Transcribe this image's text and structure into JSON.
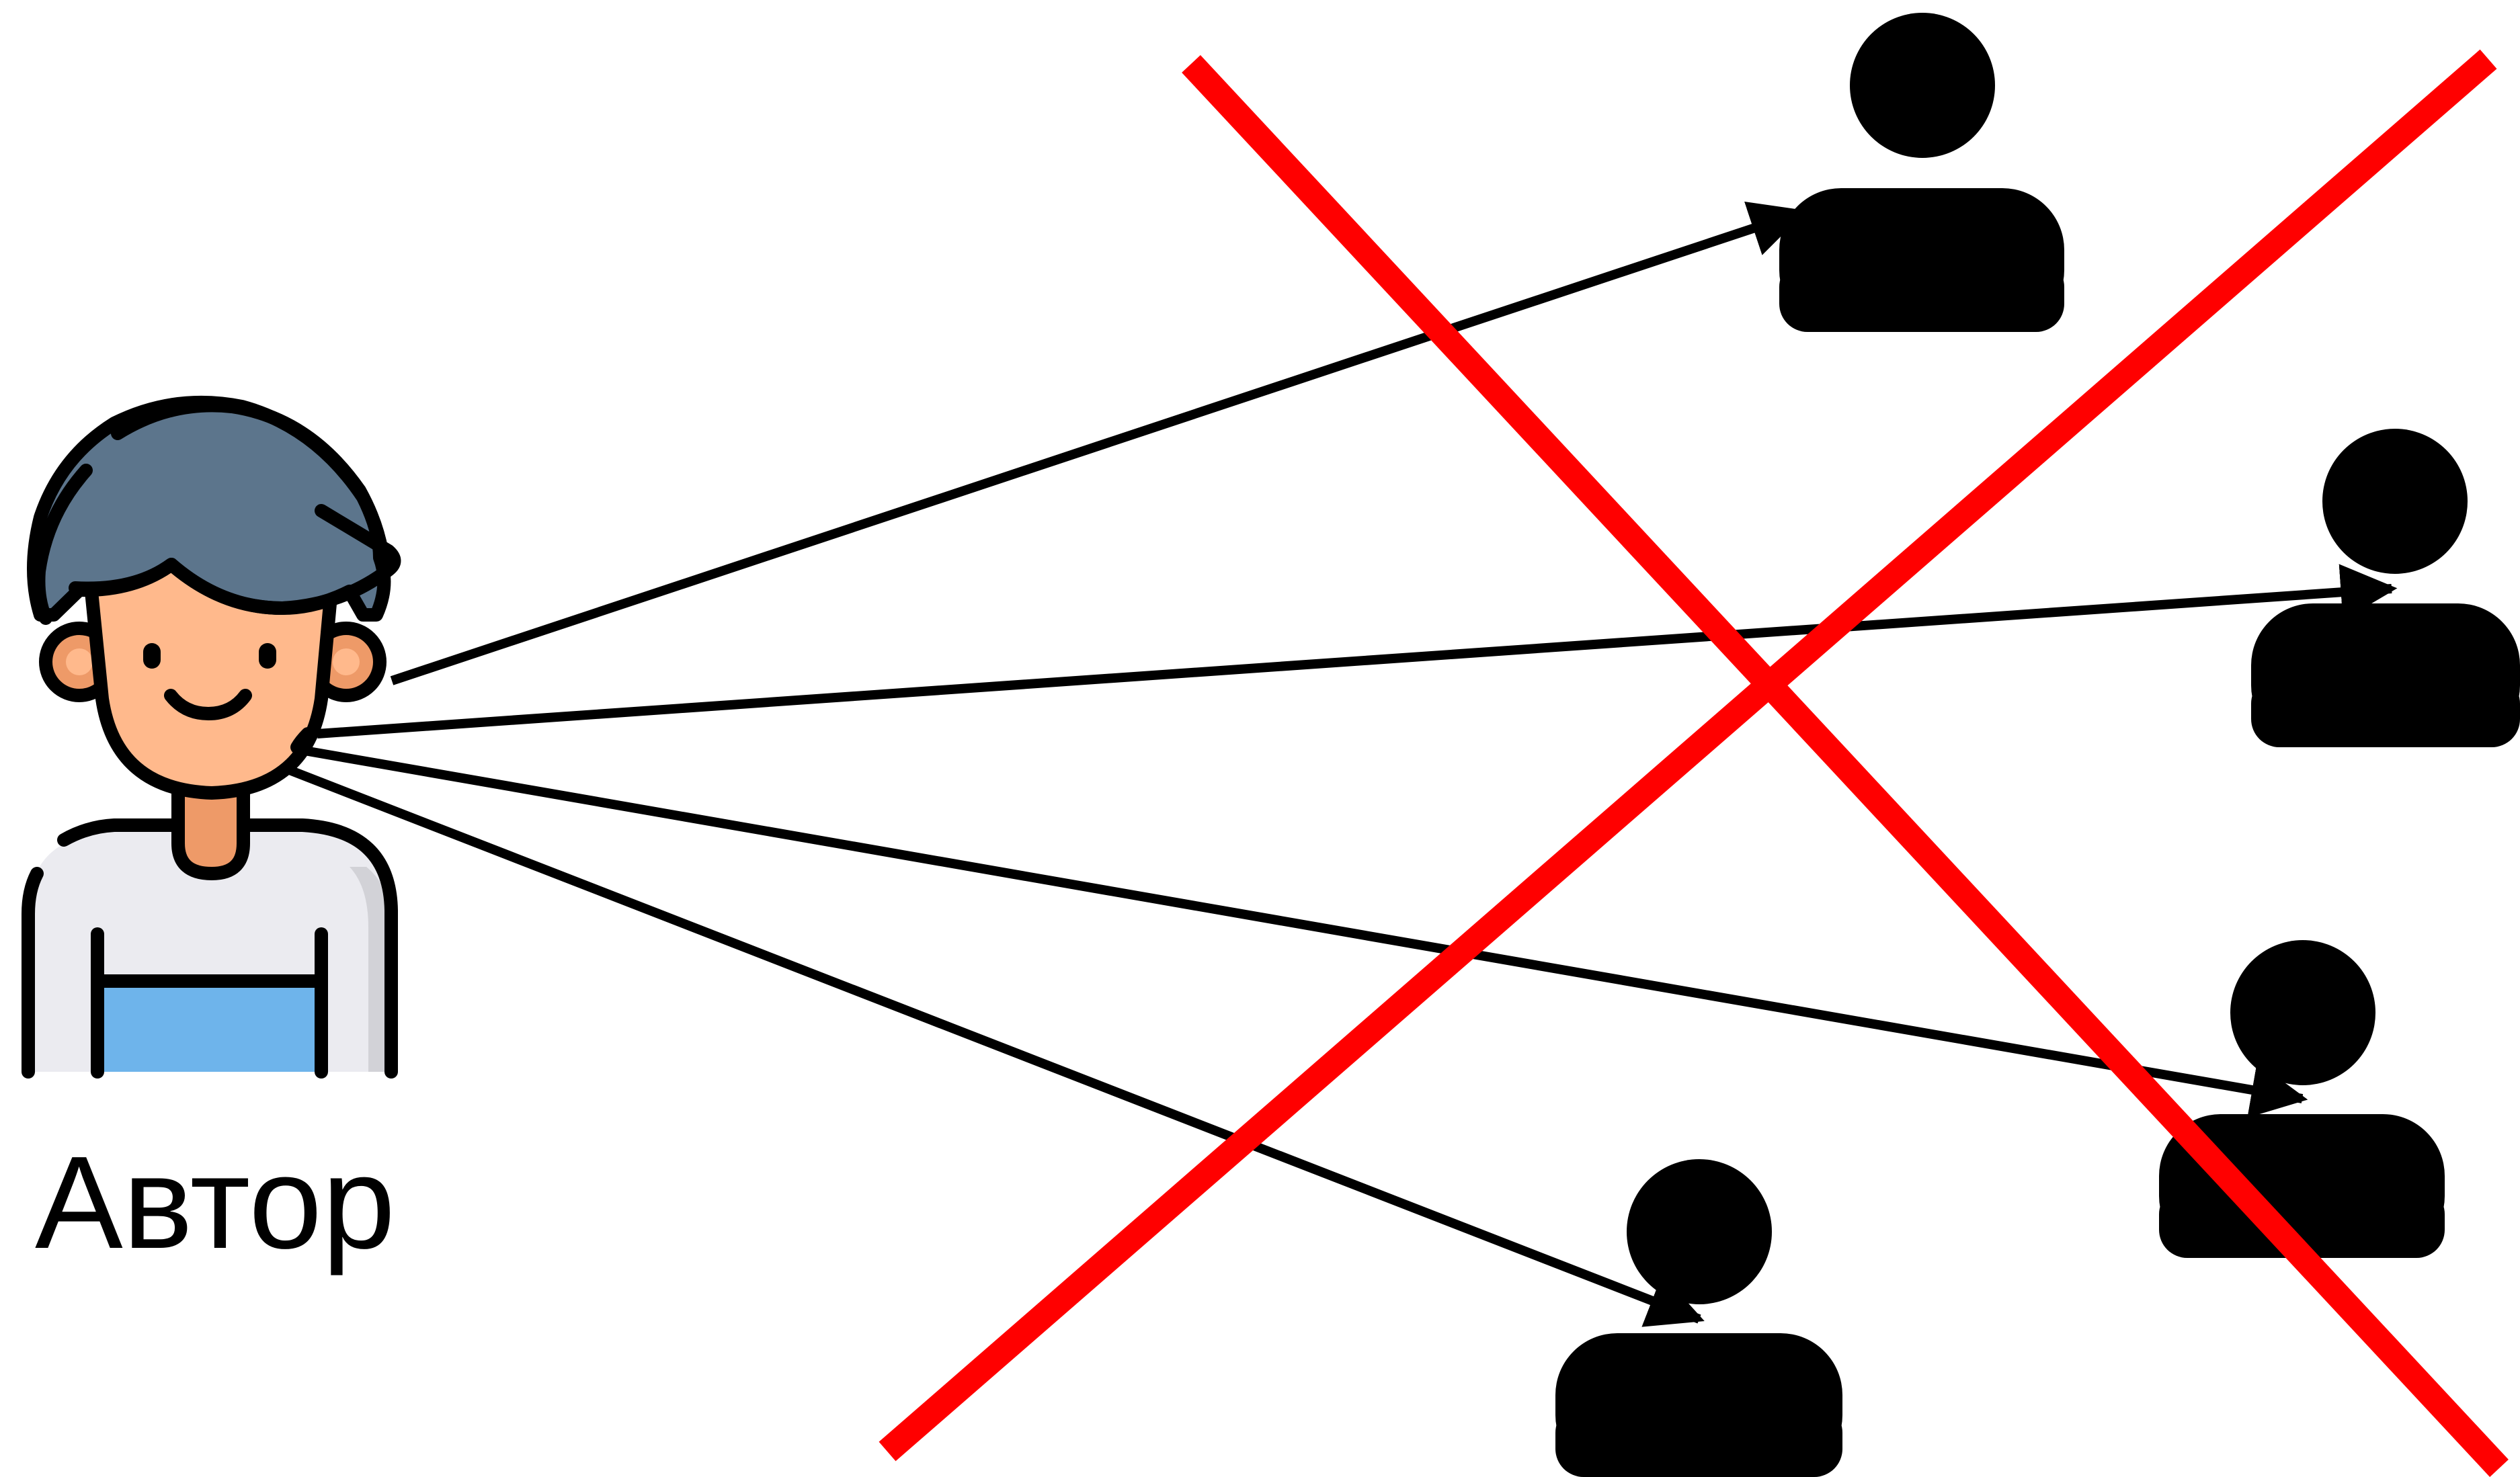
{
  "author": {
    "label": "Автор"
  },
  "recipients": [
    {
      "id": "recipient-1",
      "icon": "person-icon"
    },
    {
      "id": "recipient-2",
      "icon": "person-icon"
    },
    {
      "id": "recipient-3",
      "icon": "person-icon"
    },
    {
      "id": "recipient-4",
      "icon": "person-icon"
    }
  ],
  "arrows": [
    {
      "from": "author",
      "to": "recipient-1"
    },
    {
      "from": "author",
      "to": "recipient-2"
    },
    {
      "from": "author",
      "to": "recipient-3"
    },
    {
      "from": "author",
      "to": "recipient-4"
    }
  ],
  "cross_out": {
    "icon": "red-cross-icon"
  },
  "colors": {
    "line": "#000000",
    "cross": "#ff0000",
    "hair": "#5c758c",
    "skin": "#ffb98c",
    "ear": "#ee9a68",
    "shirt": "#ebebf0",
    "shirt_shadow": "#d2d2d7",
    "stripe": "#6eb4eb"
  }
}
